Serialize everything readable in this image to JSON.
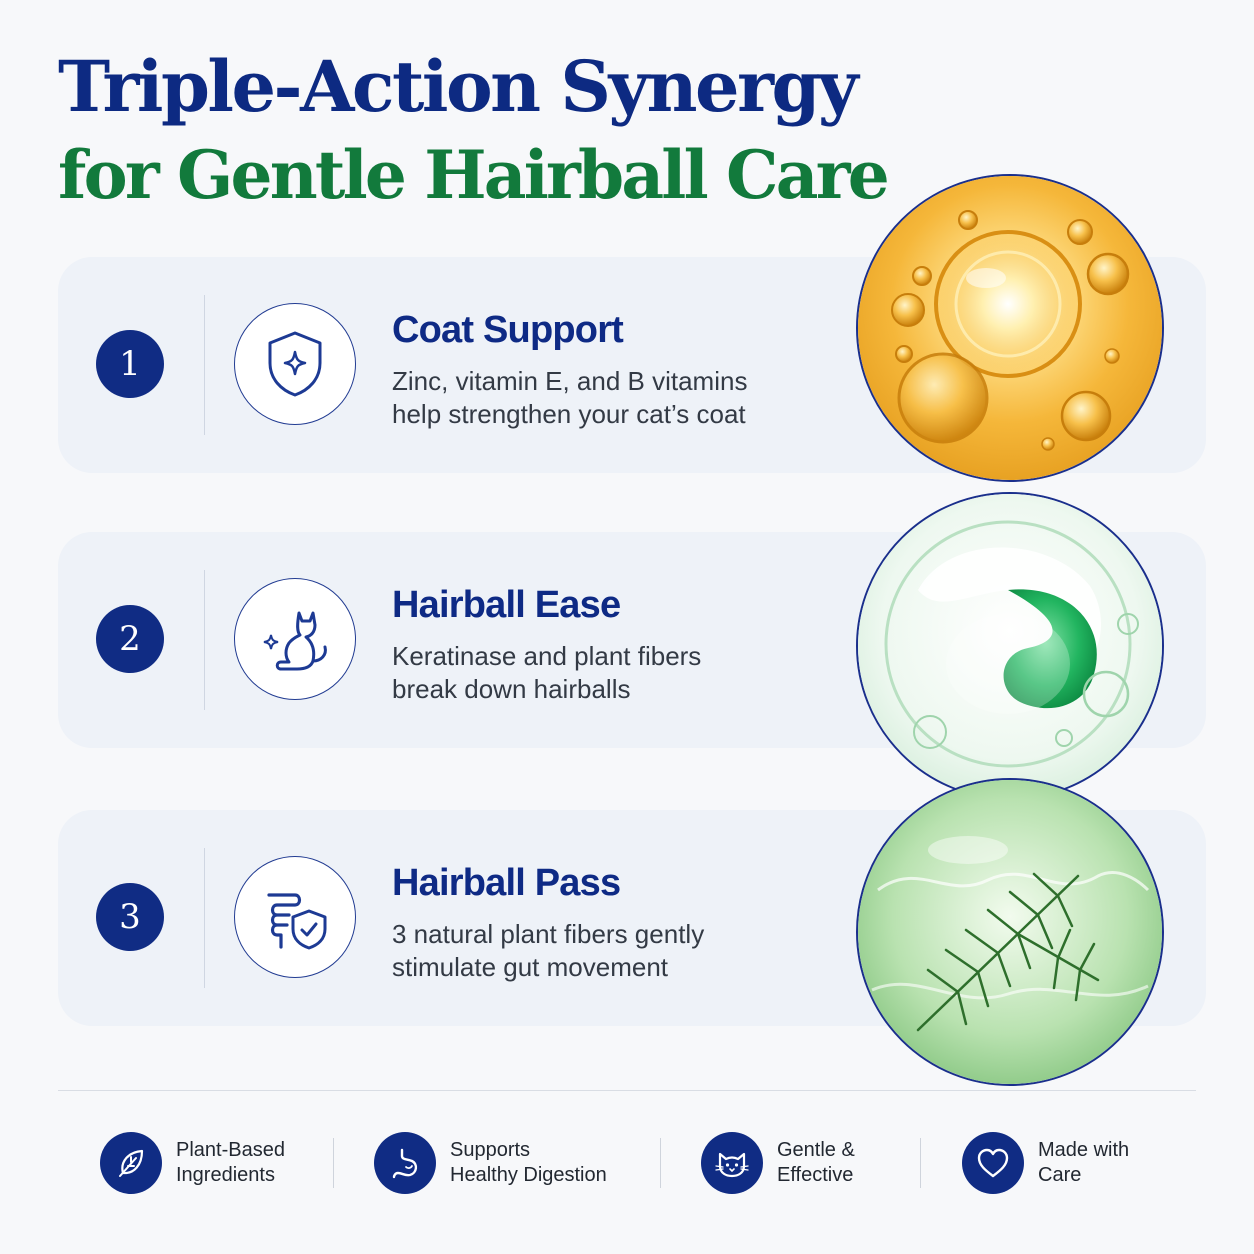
{
  "headline": {
    "line1": "Triple-Action Synergy",
    "line2": "for Gentle Hairball Care"
  },
  "features": [
    {
      "number": "1",
      "title": "Coat Support",
      "desc_line1": "Zinc, vitamin E, and B vitamins",
      "desc_line2": "help strengthen your cat’s coat",
      "icon": "shield-sparkle-icon"
    },
    {
      "number": "2",
      "title": "Hairball Ease",
      "desc_line1": "Keratinase and plant fibers",
      "desc_line2": "break down hairballs",
      "icon": "cat-icon"
    },
    {
      "number": "3",
      "title": "Hairball Pass",
      "desc_line1": "3 natural plant fibers gently",
      "desc_line2": "stimulate gut movement",
      "icon": "intestine-shield-icon"
    }
  ],
  "badges": [
    {
      "line1": "Plant-Based",
      "line2": "Ingredients",
      "icon": "leaf-icon"
    },
    {
      "line1": "Supports",
      "line2": "Healthy Digestion",
      "icon": "stomach-icon"
    },
    {
      "line1": "Gentle &",
      "line2": "Effective",
      "icon": "cat-face-icon"
    },
    {
      "line1": "Made with",
      "line2": "Care",
      "icon": "heart-icon"
    }
  ],
  "colors": {
    "navy": "#0d2a82",
    "green": "#127a3c",
    "card_bg": "#eef2f8",
    "page_bg": "#f7f8fa"
  }
}
